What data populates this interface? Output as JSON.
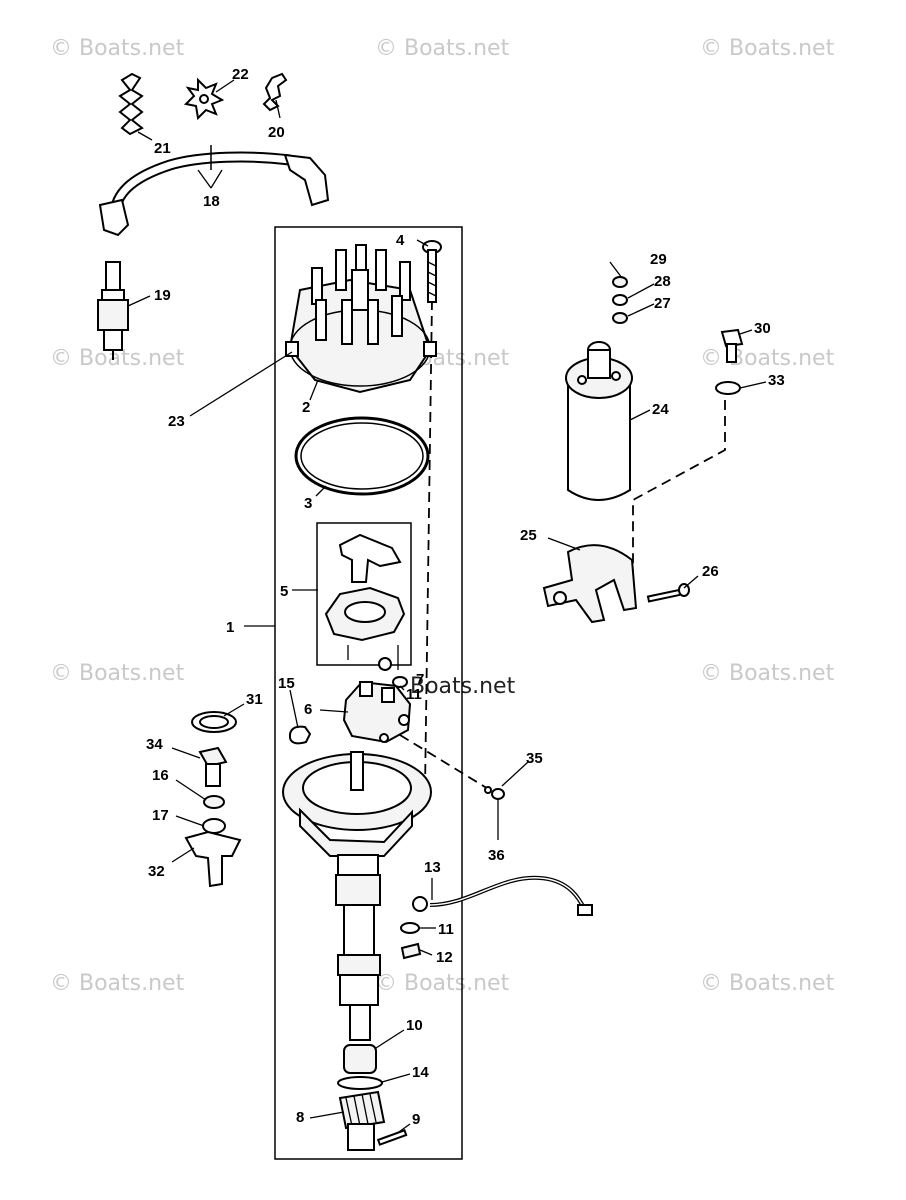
{
  "watermark": {
    "text": "© Boats.net",
    "center_text": "Boats.net"
  },
  "callouts": {
    "p1": "1",
    "p2": "2",
    "p3": "3",
    "p4": "4",
    "p5": "5",
    "p6": "6",
    "p7": "7",
    "p8": "8",
    "p9": "9",
    "p10": "10",
    "p11a": "11",
    "p11b": "11",
    "p12": "12",
    "p13": "13",
    "p14": "14",
    "p15": "15",
    "p16": "16",
    "p17": "17",
    "p18": "18",
    "p19": "19",
    "p20": "20",
    "p21": "21",
    "p22": "22",
    "p23": "23",
    "p24": "24",
    "p25": "25",
    "p26": "26",
    "p27": "27",
    "p28": "28",
    "p29": "29",
    "p30": "30",
    "p31": "31",
    "p32": "32",
    "p33": "33",
    "p34": "34",
    "p35": "35",
    "p36": "36"
  },
  "colors": {
    "line": "#000000",
    "watermark": "#c9c9c9",
    "background": "#ffffff"
  }
}
